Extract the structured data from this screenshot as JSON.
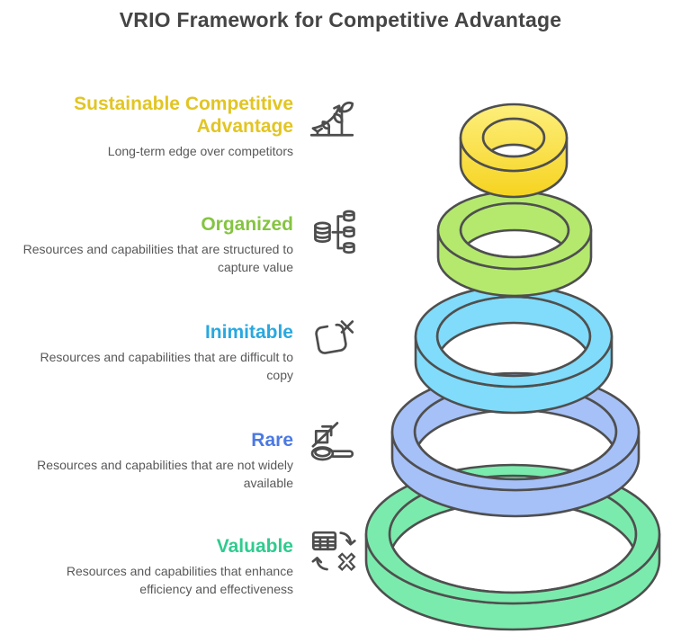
{
  "title": "VRIO Framework for Competitive Advantage",
  "palette": {
    "background": "#FFFFFF",
    "title_color": "#454545",
    "subtitle_color": "#58585A",
    "icon_color": "#4D4D4D",
    "ring_outline": "#4F4F4F"
  },
  "levels": [
    {
      "label": "Sustainable Competitive Advantage",
      "description": "Long-term edge over competitors",
      "color": "#E2C522",
      "icon": "growth-trend-icon",
      "ring_color": "#FAE14E",
      "ring_top": "#FDEF7D",
      "ring_bottom": "#F6D31F"
    },
    {
      "label": "Organized",
      "description": "Resources and capabilities that are structured to capture value",
      "color": "#85C441",
      "icon": "database-hierarchy-icon",
      "ring_color": "#B4E96E"
    },
    {
      "label": "Inimitable",
      "description": "Resources and capabilities that are difficult to copy",
      "color": "#29A8E0",
      "icon": "no-copy-icon",
      "ring_color": "#80DCFA"
    },
    {
      "label": "Rare",
      "description": "Resources and capabilities that are not widely available",
      "color": "#4B79E4",
      "icon": "scarcity-spoon-icon",
      "ring_color": "#A6C1F8"
    },
    {
      "label": "Valuable",
      "description": "Resources and capabilities that enhance efficiency and effectiveness",
      "color": "#2FCB8E",
      "icon": "table-transform-icon",
      "ring_color": "#7BEBAD"
    }
  ]
}
